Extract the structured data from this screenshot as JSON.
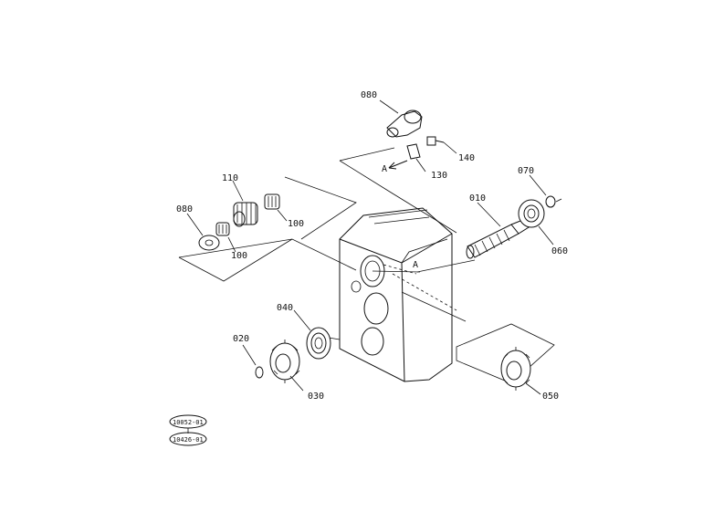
{
  "parts": {
    "p080_top": "080",
    "p140": "140",
    "p130": "130",
    "p110": "110",
    "p080_left": "080",
    "p100_upper": "100",
    "p100_lower": "100",
    "p010": "010",
    "p070": "070",
    "p060": "060",
    "p040": "040",
    "p020": "020",
    "p030": "030",
    "p050": "050"
  },
  "markers": {
    "view_a": "A",
    "section_a": "A"
  },
  "stamps": {
    "ref1": "10052-01",
    "ref2": "10426-01"
  }
}
